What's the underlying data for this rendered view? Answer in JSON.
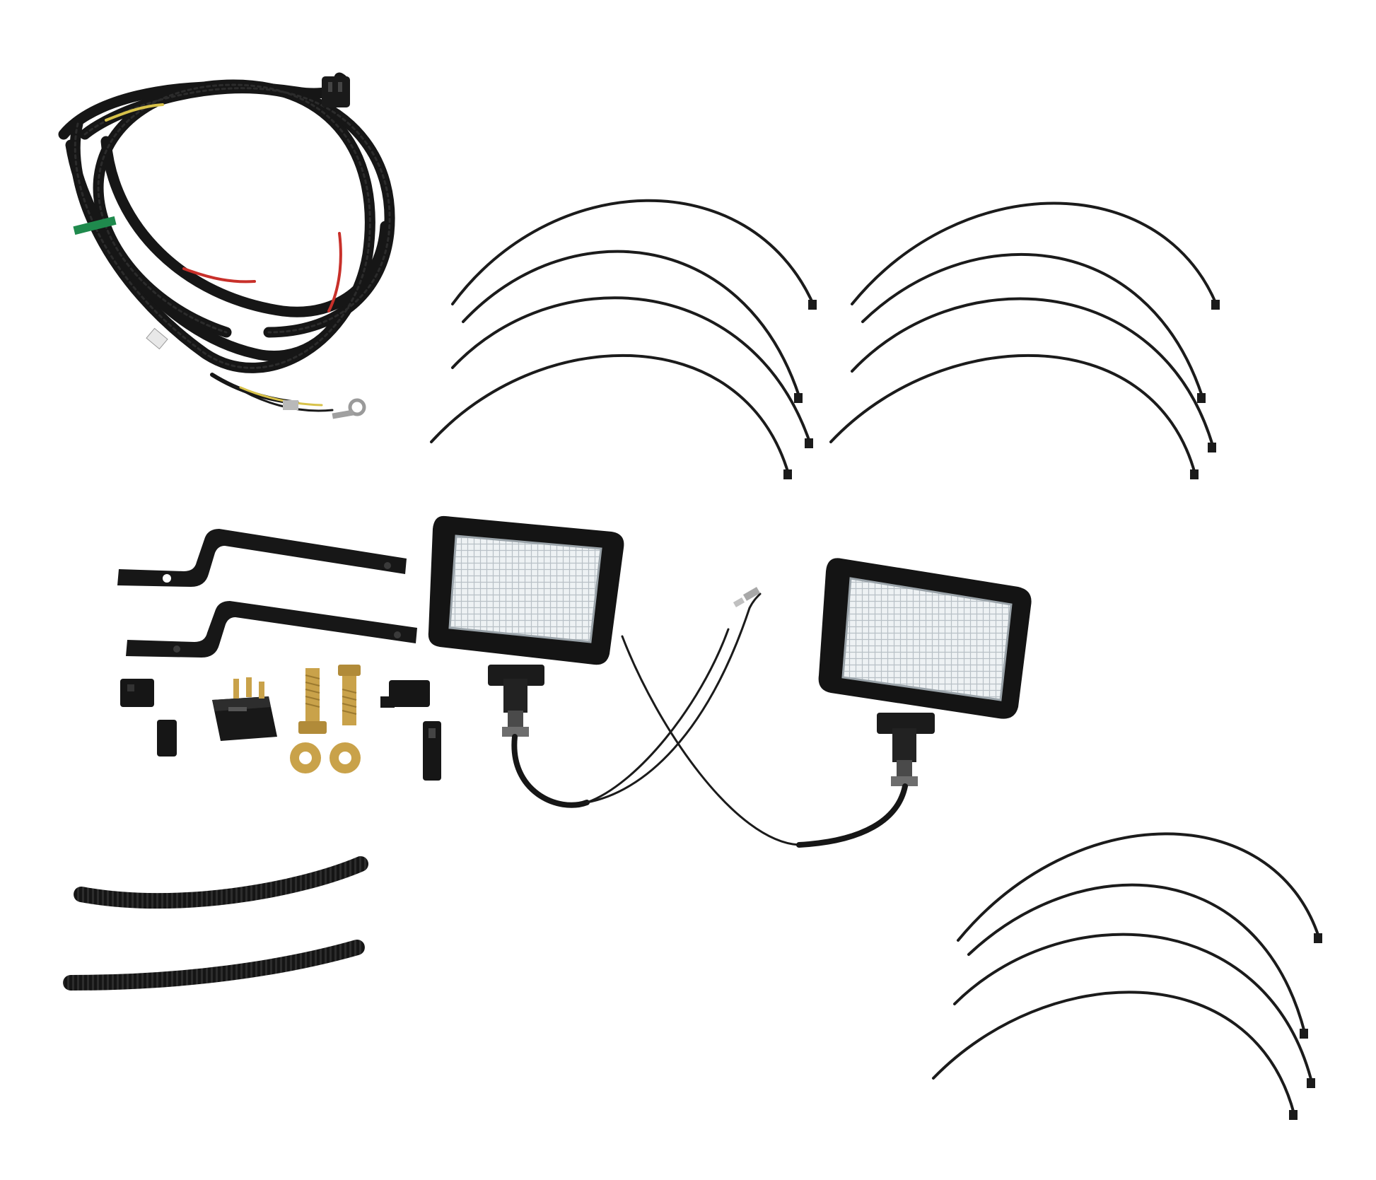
{
  "scene": {
    "background_color": "#ffffff",
    "items": [
      {
        "kind": "wire-harness",
        "count": 1
      },
      {
        "kind": "cable-tie",
        "count": 12
      },
      {
        "kind": "mounting-bracket",
        "count": 2
      },
      {
        "kind": "work-light",
        "count": 2
      },
      {
        "kind": "rocker-switch",
        "count": 1
      },
      {
        "kind": "connector-housing",
        "count": 4
      },
      {
        "kind": "bolt",
        "count": 2
      },
      {
        "kind": "flange-nut",
        "count": 2
      },
      {
        "kind": "split-loom-tubing",
        "count": 2
      }
    ],
    "colors": {
      "harness": "#161616",
      "tie": "#1b1b1b",
      "lens": "#eef2f4",
      "brass": "#c9a24a",
      "wire_red": "#c8302a",
      "wire_yellow": "#d8c24a",
      "wire_green": "#1f8a4d"
    }
  }
}
